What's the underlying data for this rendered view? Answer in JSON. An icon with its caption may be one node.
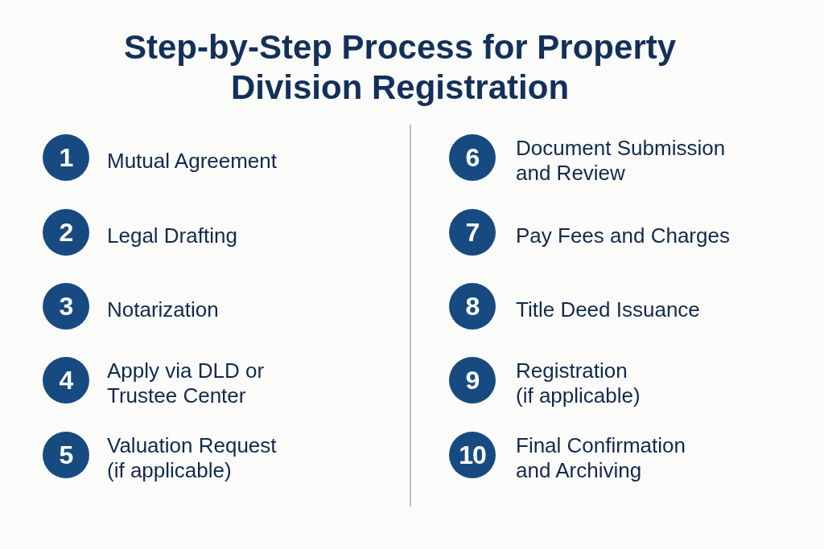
{
  "diagram": {
    "title": "Step-by-Step Process for Property Division Registration",
    "nodes": [
      {
        "text": [
          "1"
        ],
        "beside": [
          "Mutual Agreement"
        ]
      },
      {
        "text": [
          "2"
        ],
        "beside": [
          "Legal Drafting"
        ]
      },
      {
        "text": [
          "3"
        ],
        "beside": [
          "Notarization"
        ]
      },
      {
        "text": [
          "4"
        ],
        "beside": [
          "Apply via DLD or Trustee Center"
        ]
      },
      {
        "text": [
          "5"
        ],
        "beside": [
          "Valuation Request (if applicable)"
        ]
      },
      {
        "text": [
          "6"
        ],
        "beside": [
          "Document Submission and Review"
        ]
      },
      {
        "text": [
          "7"
        ],
        "beside": [
          "Pay Fees and Charges"
        ]
      },
      {
        "text": [
          "8"
        ],
        "beside": [
          "Title Deed Issuance"
        ]
      },
      {
        "text": [
          "9"
        ],
        "beside": [
          "Registration (if applicable)"
        ]
      },
      {
        "text": [
          "10"
        ],
        "beside": [
          "Final Confirmation and Archiving"
        ]
      }
    ]
  }
}
